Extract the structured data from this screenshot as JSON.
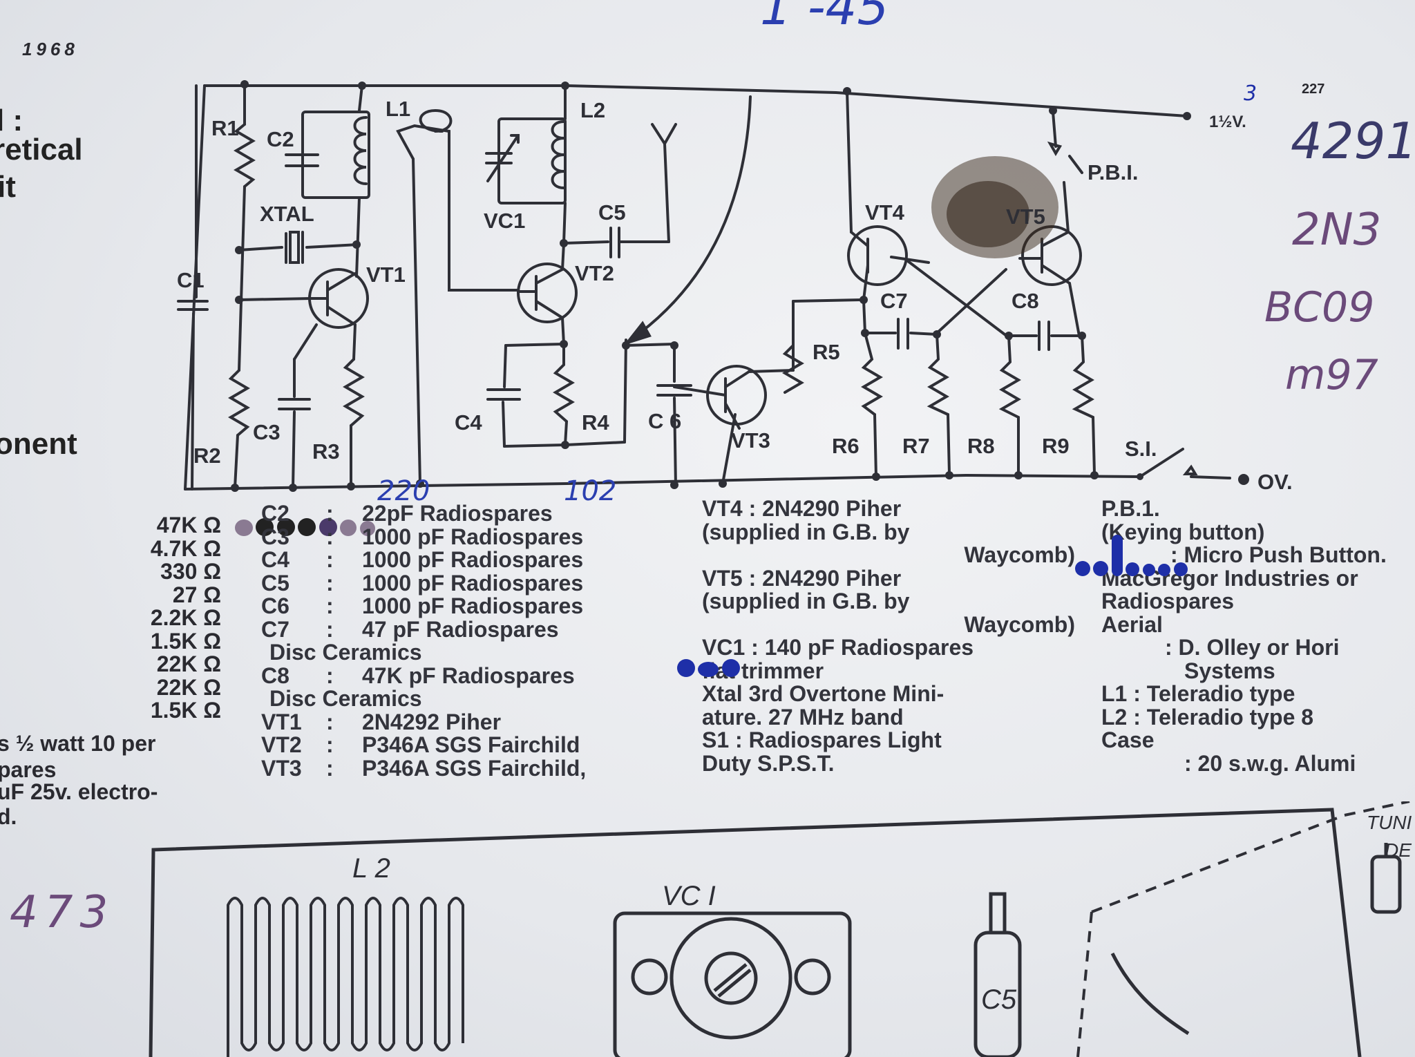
{
  "page": {
    "year": "1968",
    "page_number": "227",
    "left_cut_text": [
      "l :",
      "retical",
      "it",
      "onent"
    ],
    "left_cut_lines": [
      "s  ½  watt  10  per",
      "pares",
      "uF  25v.  electro-",
      "d."
    ]
  },
  "handwriting": {
    "top_number": "1  -45",
    "right_notes": [
      "4291",
      "2N3",
      "BC09",
      "m97"
    ],
    "value_220": "220",
    "value_102": "102",
    "bottom_left": "473",
    "voltage_note": "3"
  },
  "schematic": {
    "labels": {
      "r1": "R1",
      "r2": "R2",
      "r3": "R3",
      "r4": "R4",
      "r5": "R5",
      "r6": "R6",
      "r7": "R7",
      "r8": "R8",
      "r9": "R9",
      "c1": "C1",
      "c2": "C2",
      "c3": "C3",
      "c4": "C4",
      "c5": "C5",
      "c6": "C 6",
      "c7": "C7",
      "c8": "C8",
      "l1": "L1",
      "l2": "L2",
      "xtal": "XTAL",
      "vc1": "VC1",
      "vt1": "VT1",
      "vt2": "VT2",
      "vt3": "VT3",
      "vt4": "VT4",
      "vt5": "VT5",
      "pb1": "P.B.I.",
      "s1": "S.I.",
      "ov": "OV.",
      "supply": "1½V."
    }
  },
  "components": {
    "resistors": [
      "47K Ω",
      "4.7K Ω",
      "330 Ω",
      "27 Ω",
      "2.2K Ω",
      "1.5K Ω",
      "22K Ω",
      "22K Ω",
      "1.5K Ω"
    ],
    "col2": [
      {
        "id": "C2",
        "sep": ":",
        "value": "22pF  Radiospares"
      },
      {
        "id": "C3",
        "sep": ":",
        "value": "1000  pF  Radiospares"
      },
      {
        "id": "C4",
        "sep": ":",
        "value": "1000  pF  Radiospares"
      },
      {
        "id": "C5",
        "sep": ":",
        "value": "1000  pF  Radiospares"
      },
      {
        "id": "C6",
        "sep": ":",
        "value": "1000  pF  Radiospares"
      },
      {
        "id": "C7",
        "sep": ":",
        "value": "47  pF  Radiospares"
      },
      {
        "id": "",
        "sep": "",
        "value": "Disc  Ceramics"
      },
      {
        "id": "C8",
        "sep": ":",
        "value": "47K pF  Radiospares"
      },
      {
        "id": "",
        "sep": "",
        "value": "Disc  Ceramics"
      },
      {
        "id": "VT1",
        "sep": ":",
        "value": "2N4292  Piher"
      },
      {
        "id": "VT2",
        "sep": ":",
        "value": "P346A  SGS  Fairchild"
      },
      {
        "id": "VT3",
        "sep": ":",
        "value": "P346A  SGS  Fairchild,"
      }
    ],
    "col3": [
      "VT4  :   2N4290  Piher",
      "(supplied  in  G.B.  by",
      "Waycomb)",
      "VT5  :   2N4290  Piher",
      "(supplied  in  G.B.  by",
      "Waycomb)",
      "VC1  :  140  pF  Radiospares",
      "flat  trimmer",
      "Xtal     3rd   Overtone   Mini-",
      "ature.  27  MHz  band",
      "S1   :   Radiospares  Light",
      "Duty  S.P.S.T."
    ],
    "col4": [
      "P.B.1.",
      "(Keying  button)",
      ":   Micro  Push  Button.",
      "MacGregor  Industries  or",
      "Radiospares",
      "Aerial",
      ":   D.  Olley  or  Hori",
      "Systems",
      "L1   :   Teleradio  type",
      "L2   :   Teleradio  type  8",
      "Case",
      ":   20  s.w.g.  Alumi"
    ]
  },
  "layout_drawing": {
    "l2_label": "L 2",
    "vc1_label": "VC I",
    "c5_label": "C5",
    "tuning_label": "TUNI",
    "de_label": "DE"
  },
  "colors": {
    "paper": "#eceef1",
    "ink": "#2a2a30",
    "blue_ink": "#1e2fa8",
    "purple_ink": "#6b4a7a",
    "burn": "#3a2a1c"
  }
}
